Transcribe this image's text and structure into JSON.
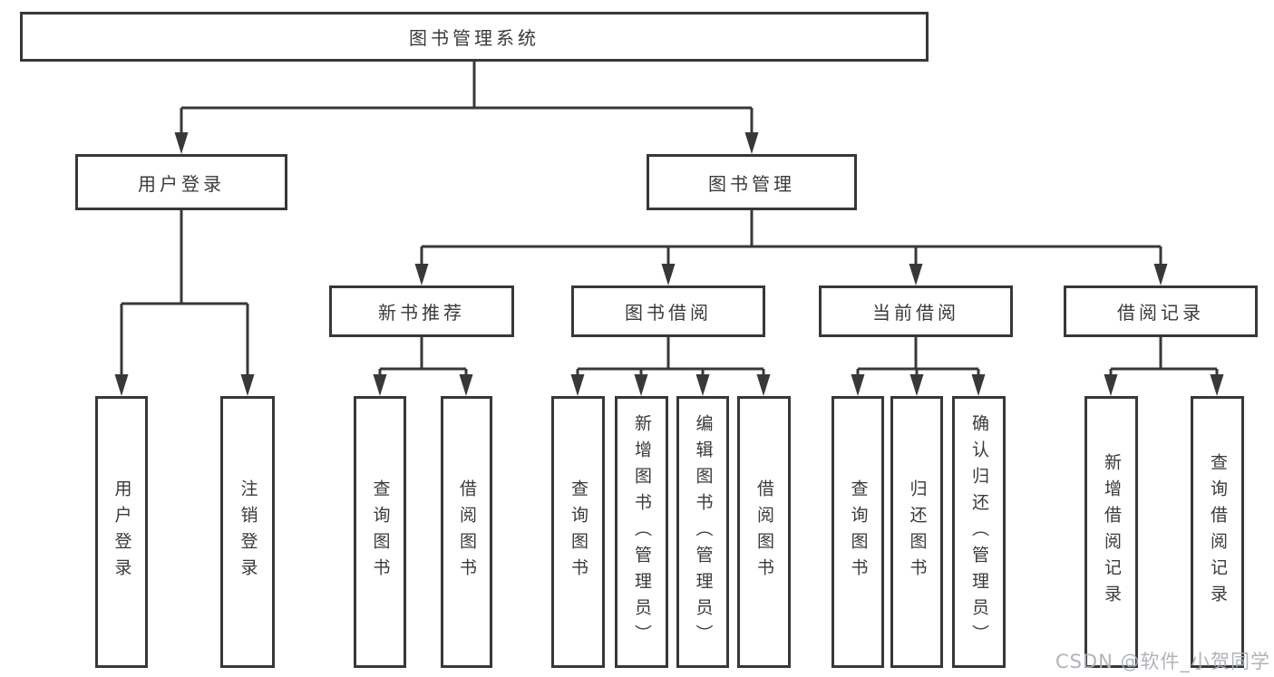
{
  "nodes": {
    "root": "图书管理系统",
    "user_login": "用户登录",
    "book_mgmt": "图书管理",
    "new_rec": "新书推荐",
    "book_borrow": "图书借阅",
    "current_borrow": "当前借阅",
    "borrow_record": "借阅记录",
    "leaf_user_login": "用户登录",
    "leaf_logout": "注销登录",
    "rec_query": "查询图书",
    "rec_borrow": "借阅图书",
    "bb_query": "查询图书",
    "bb_add": "新增图书（管理员）",
    "bb_edit": "编辑图书（管理员）",
    "bb_borrow": "借阅图书",
    "cb_query": "查询图书",
    "cb_return": "归还图书",
    "cb_confirm": "确认归还（管理员）",
    "br_add": "新增借阅记录",
    "br_query": "查询借阅记录"
  },
  "watermark": {
    "text": "CSDN @软件_小贺同学"
  },
  "colors": {
    "line": "#383838",
    "border": "#383838",
    "text": "#3a3a3a",
    "watermark": "#abb0b5",
    "background": "#ffffff"
  }
}
